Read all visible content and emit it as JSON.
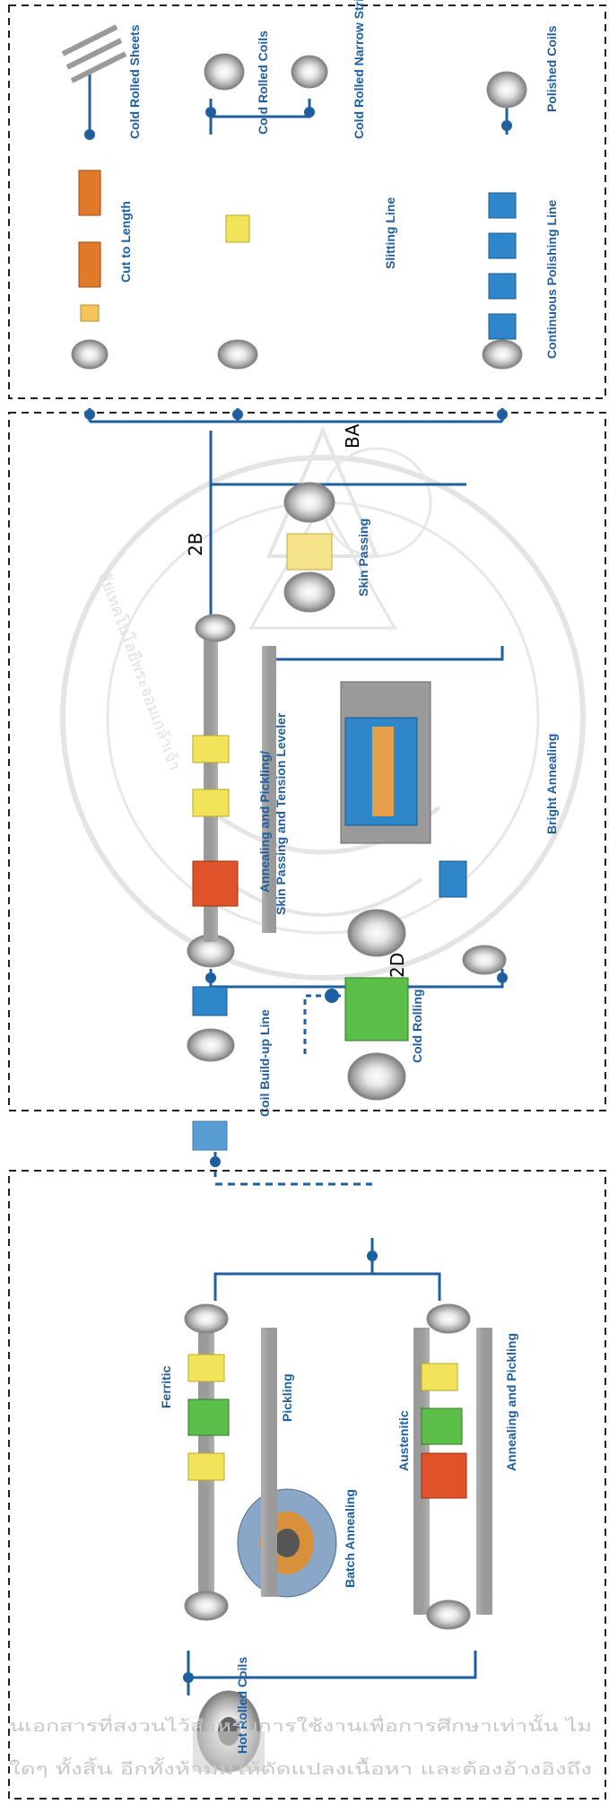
{
  "diagram": {
    "groups": [
      {
        "id": "hot-end",
        "name": "hot-end-zone"
      },
      {
        "id": "cold-mill",
        "name": "cold-mill-zone"
      },
      {
        "id": "finishing",
        "name": "finishing-zone"
      }
    ],
    "labels": {
      "hot_rolled_coils": "Hot Rolled Coils",
      "batch_annealing": "Batch Annealing",
      "ferritic": "Ferritic",
      "pickling": "Pickling",
      "austenitic": "Austenitic",
      "annealing_and_pickling": "Annealing and Pickling",
      "coil_build_up_line": "Coil Build-up Line",
      "cold_rolling": "Cold Rolling",
      "annealing_pickling_skin": "Annealing and Pickling/",
      "skin_tension": "Skin Passing and Tension Leveler",
      "bright_annealing": "Bright Annealing",
      "skin_passing": "Skin Passing",
      "cut_to_length": "Cut to Length",
      "cold_rolled_sheets": "Cold Rolled Sheets",
      "slitting_line": "Slitting Line",
      "cold_rolled_coils": "Cold Rolled Coils",
      "cold_rolled_narrow_strips": "Cold Rolled Narrow Strips",
      "continuous_polishing_line": "Continuous Polishing Line",
      "polished_coils": "Polished Coils"
    },
    "finishes": {
      "finish_2d": "2D",
      "finish_2b": "2B",
      "finish_ba": "BA"
    },
    "watermark": {
      "line1": "นเอกสารที่สงวนไว้สำหรับการใช้งานเพื่อการศึกษาเท่านั้น ไม",
      "line2": "ใดๆ ทั้งสิ้น อีกทั้งห้ามมิให้ดัดแปลงเนื้อหา และต้องอ้างอิงถึง",
      "seal_text": "ลัยเทคโนโลยีพระจอมเกล้าเจ้า"
    }
  },
  "colors": {
    "flow_line": "#1f5fa0",
    "label_blue": "#1f5fa0",
    "coil_gray": "#bfbfbf",
    "ferritic_green": "#5cbf4a",
    "austenitic_red": "#e0532a",
    "pickling_yellow": "#f2e45a",
    "polish_blue": "#2f86c8",
    "cut_orange": "#e07a2a",
    "frame_dash": "#222222",
    "watermark": "#c7c7c7"
  }
}
